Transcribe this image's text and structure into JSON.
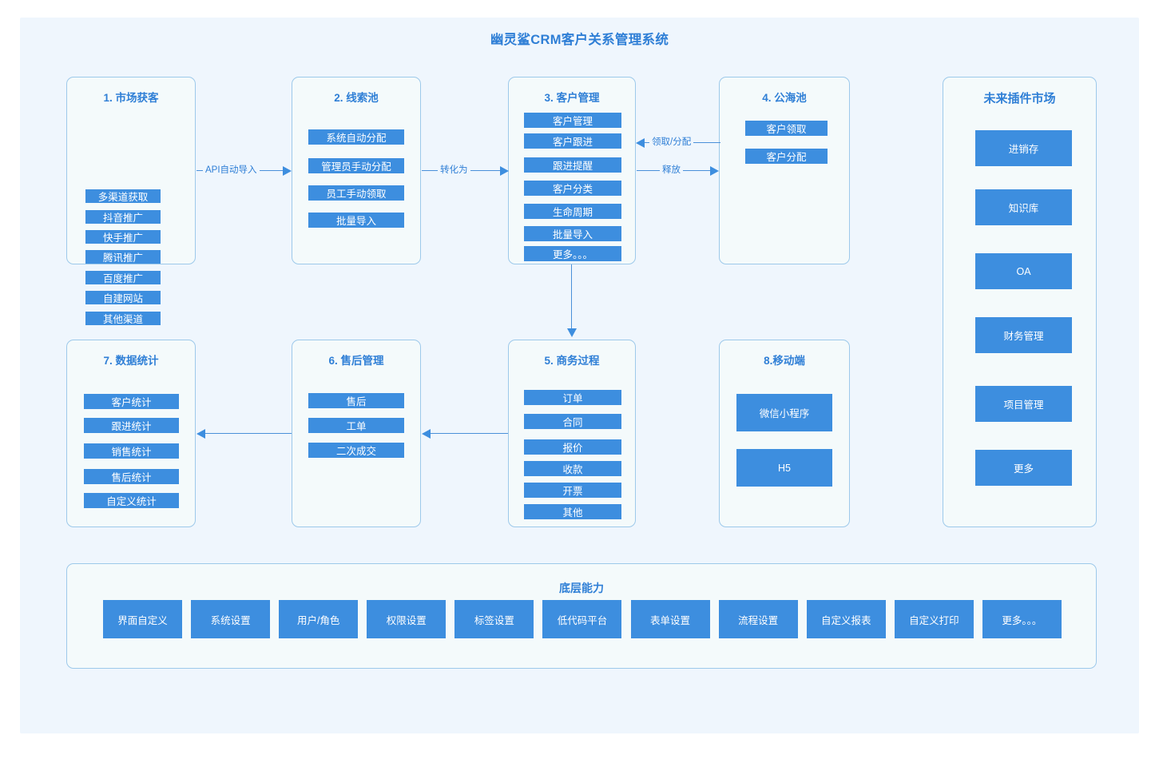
{
  "diagram": {
    "title": "幽灵鲨CRM客户关系管理系统",
    "accent_color": "#3d8edf",
    "title_color": "#2f7fd6",
    "board_bg": "#eff6fd",
    "group_bg": "#f4fafb",
    "group_border": "#9dc9ea"
  },
  "groups": {
    "market": {
      "title": "1. 市场获客",
      "items": [
        "多渠道获取",
        "抖音推广",
        "快手推广",
        "腾讯推广",
        "百度推广",
        "自建网站",
        "其他渠道"
      ]
    },
    "leadpool": {
      "title": "2. 线索池",
      "items": [
        "系统自动分配",
        "管理员手动分配",
        "员工手动领取",
        "批量导入"
      ]
    },
    "customer": {
      "title": "3. 客户管理",
      "items": [
        "客户管理",
        "客户跟进",
        "跟进提醒",
        "客户分类",
        "生命周期",
        "批量导入",
        "更多。。。"
      ]
    },
    "seapool": {
      "title": "4. 公海池",
      "items": [
        "客户领取",
        "客户分配"
      ]
    },
    "business": {
      "title": "5. 商务过程",
      "items": [
        "订单",
        "合同",
        "报价",
        "收款",
        "开票",
        "其他"
      ]
    },
    "aftersales": {
      "title": "6. 售后管理",
      "items": [
        "售后",
        "工单",
        "二次成交"
      ]
    },
    "statistics": {
      "title": "7. 数据统计",
      "items": [
        "客户统计",
        "跟进统计",
        "销售统计",
        "售后统计",
        "自定义统计"
      ]
    },
    "mobile": {
      "title": "8.移动端",
      "items": [
        "微信小程序",
        "H5"
      ]
    },
    "plugins": {
      "title": "未来插件市场",
      "items": [
        "进销存",
        "知识库",
        "OA",
        "财务管理",
        "项目管理",
        "更多"
      ]
    }
  },
  "connectors": {
    "market_to_leadpool": "API自动导入",
    "leadpool_to_customer": "转化为",
    "seapool_to_customer": "领取/分配",
    "customer_to_seapool": "释放"
  },
  "bottom": {
    "title": "底层能力",
    "items": [
      "界面自定义",
      "系统设置",
      "用户/角色",
      "权限设置",
      "标签设置",
      "低代码平台",
      "表单设置",
      "流程设置",
      "自定义报表",
      "自定义打印",
      "更多。。。"
    ]
  }
}
